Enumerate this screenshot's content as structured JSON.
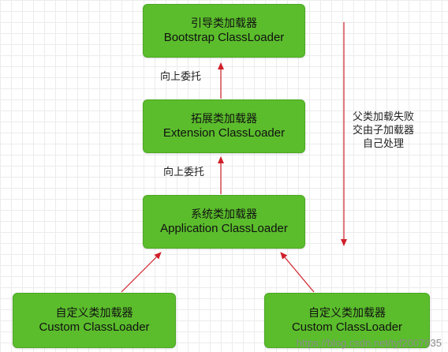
{
  "nodes": {
    "bootstrap": {
      "zh": "引导类加载器",
      "en": "Bootstrap ClassLoader"
    },
    "extension": {
      "zh": "拓展类加载器",
      "en": "Extension ClassLoader"
    },
    "application": {
      "zh": "系统类加载器",
      "en": "Application ClassLoader"
    },
    "custom_left": {
      "zh": "自定义类加载器",
      "en": "Custom ClassLoader"
    },
    "custom_right": {
      "zh": "自定义类加载器",
      "en": "Custom ClassLoader"
    }
  },
  "edge_labels": {
    "ext_to_boot": "向上委托",
    "app_to_ext": "向上委托"
  },
  "side_note": {
    "line1": "父类加载失败",
    "line2": "交由子加载器",
    "line3": "自己处理"
  },
  "watermark": "https://blog.csdn.net/tyf2007635",
  "colors": {
    "node_fill": "#5bbd2c",
    "arrow": "#d0202a"
  }
}
